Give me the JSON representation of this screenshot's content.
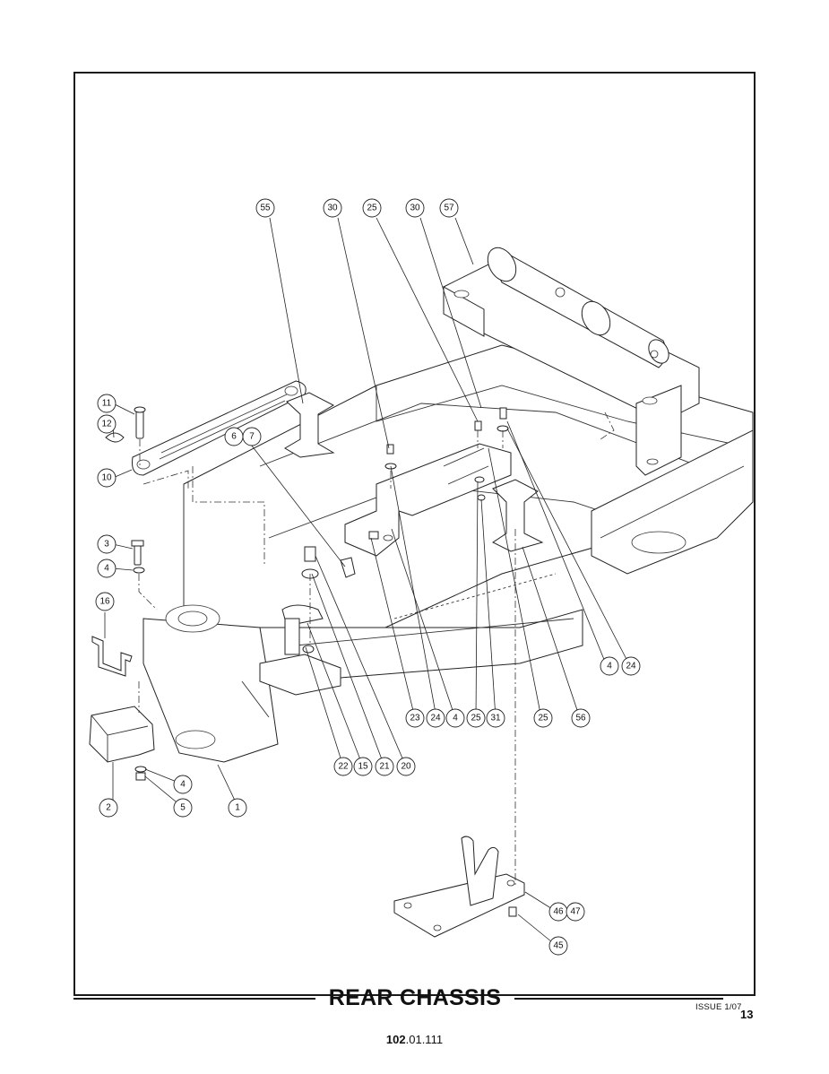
{
  "title": "REAR CHASSIS",
  "issue": "ISSUE 1/07",
  "page_number": "13",
  "doc_number_bold": "102",
  "doc_number_rest": ".01.111",
  "callouts": [
    {
      "id": "c55",
      "label": "55"
    },
    {
      "id": "c30a",
      "label": "30"
    },
    {
      "id": "c25a",
      "label": "25"
    },
    {
      "id": "c30b",
      "label": "30"
    },
    {
      "id": "c57",
      "label": "57"
    },
    {
      "id": "c11",
      "label": "11"
    },
    {
      "id": "c12",
      "label": "12"
    },
    {
      "id": "c10",
      "label": "10"
    },
    {
      "id": "c6",
      "label": "6"
    },
    {
      "id": "c7",
      "label": "7"
    },
    {
      "id": "c3",
      "label": "3"
    },
    {
      "id": "c4a",
      "label": "4"
    },
    {
      "id": "c16",
      "label": "16"
    },
    {
      "id": "c4b",
      "label": "4"
    },
    {
      "id": "c24a",
      "label": "24"
    },
    {
      "id": "c23",
      "label": "23"
    },
    {
      "id": "c24b",
      "label": "24"
    },
    {
      "id": "c4c",
      "label": "4"
    },
    {
      "id": "c25b",
      "label": "25"
    },
    {
      "id": "c31",
      "label": "31"
    },
    {
      "id": "c25c",
      "label": "25"
    },
    {
      "id": "c56",
      "label": "56"
    },
    {
      "id": "c22",
      "label": "22"
    },
    {
      "id": "c15",
      "label": "15"
    },
    {
      "id": "c21",
      "label": "21"
    },
    {
      "id": "c20",
      "label": "20"
    },
    {
      "id": "c4d",
      "label": "4"
    },
    {
      "id": "c5",
      "label": "5"
    },
    {
      "id": "c2",
      "label": "2"
    },
    {
      "id": "c1",
      "label": "1"
    },
    {
      "id": "c46",
      "label": "46"
    },
    {
      "id": "c47",
      "label": "47"
    },
    {
      "id": "c45",
      "label": "45"
    }
  ]
}
